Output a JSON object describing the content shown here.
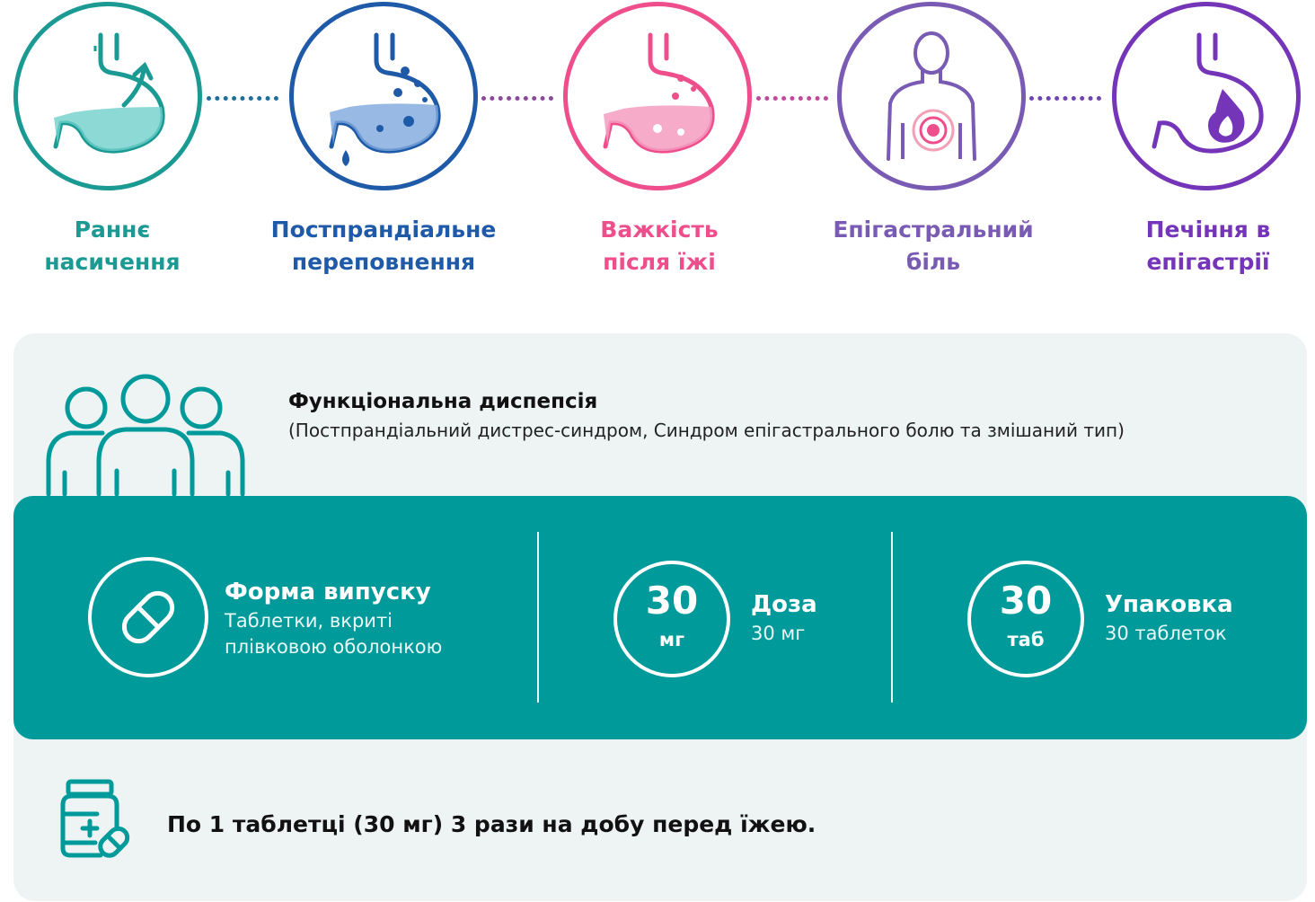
{
  "symptoms": [
    {
      "line1": "Раннє",
      "line2": "насичення",
      "color": "#1a9a92",
      "icon": "stomach-arrow-icon"
    },
    {
      "line1": "Постпрандіальне",
      "line2": "переповнення",
      "color": "#1e5aa8",
      "icon": "stomach-drops-icon"
    },
    {
      "line1": "Важкість",
      "line2": "після їжі",
      "color": "#ee4f8c",
      "icon": "stomach-heavy-icon"
    },
    {
      "line1": "Епігастральний",
      "line2": "біль",
      "color": "#7a5bb4",
      "icon": "epigastric-pain-icon"
    },
    {
      "line1": "Печіння в",
      "line2": "епігастрії",
      "color": "#7535b8",
      "icon": "stomach-flame-icon"
    }
  ],
  "diagnosis": {
    "title": "Функціональна диспепсія",
    "subtitle": "(Постпрандіальний дистрес-синдром, Синдром епігастрального болю та змішаний тип)"
  },
  "info": {
    "form": {
      "title": "Форма випуску",
      "line1": "Таблетки, вкриті",
      "line2": "плівковою оболонкою",
      "icon": "pill-icon"
    },
    "dose": {
      "number": "30",
      "unit": "мг",
      "title": "Доза",
      "text": "30 мг"
    },
    "pack": {
      "number": "30",
      "unit": "таб",
      "title": "Упаковка",
      "text": "30 таблеток"
    }
  },
  "dosage": {
    "text": "По 1 таблетці (30 мг) 3 рази на добу перед їжею.",
    "icon": "medicine-jar-icon"
  },
  "colors": {
    "teal": "#009a9b",
    "panel": "#edf4f3"
  }
}
